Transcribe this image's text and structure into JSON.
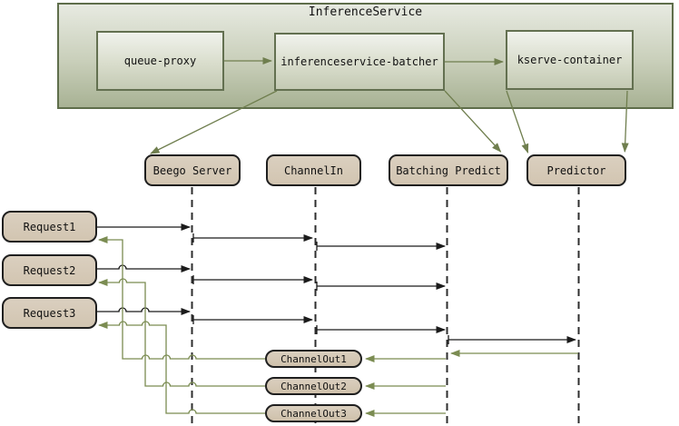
{
  "diagram": {
    "title": "InferenceService",
    "top_nodes": [
      {
        "label": "queue-proxy"
      },
      {
        "label": "inferenceservice-batcher"
      },
      {
        "label": "kserve-container"
      }
    ],
    "participants": [
      {
        "label": "Beego Server"
      },
      {
        "label": "ChannelIn"
      },
      {
        "label": "Batching Predict"
      },
      {
        "label": "Predictor"
      }
    ],
    "requests": [
      {
        "label": "Request1"
      },
      {
        "label": "Request2"
      },
      {
        "label": "Request3"
      }
    ],
    "outputs": [
      {
        "label": "ChannelOut1"
      },
      {
        "label": "ChannelOut2"
      },
      {
        "label": "ChannelOut3"
      }
    ],
    "colors": {
      "container_fill_top": "#e7eae1",
      "container_fill_bottom": "#a8b294",
      "container_border": "#5f6e4b",
      "node_fill_top": "#f0f2ec",
      "node_fill_bottom": "#c4cab4",
      "node_border": "#637050",
      "participant_fill": "#d5c9b6",
      "participant_border": "#1f1f1f",
      "message_arrow": "#1b1b1b",
      "return_arrow": "#7b8c52",
      "structure_arrow": "#6f7e4e",
      "lifeline": "#2e2e2e"
    }
  }
}
